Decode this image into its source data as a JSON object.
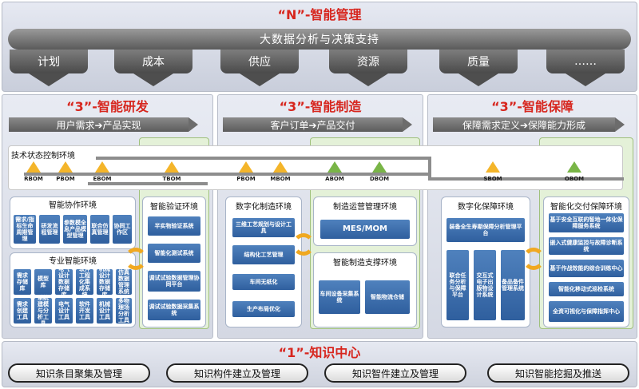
{
  "top": {
    "title": "“N”-智能管理",
    "bar": "大数据分析与决策支持",
    "pillars": [
      "计划",
      "成本",
      "供应",
      "资源",
      "质量",
      "……"
    ]
  },
  "sections": [
    {
      "title": "“3”-智能研发",
      "flow": "用户需求➔产品实现"
    },
    {
      "title": "“3”-智能制造",
      "flow": "客户订单➔产品交付"
    },
    {
      "title": "“3”-智能保障",
      "flow": "保障需求定义➔保障能力形成"
    }
  ],
  "tech": {
    "label": "技术状态控制环境",
    "boms": [
      "RBOM",
      "PBOM",
      "EBOM",
      "TBOM",
      "PBOM",
      "MBOM",
      "ABOM",
      "DBOM",
      "SBOM",
      "OBOM"
    ]
  },
  "rd": {
    "collab_title": "智能协作环境",
    "collab_cells": [
      "需求/指标生命周期管理",
      "研发流程管理",
      "参数模全息产品模型管理",
      "联合仿真管理",
      "协同工作区"
    ],
    "pro_title": "专业智能环境",
    "pro_cells": [
      "需求存储库",
      "模型库",
      "电气设计数据存储库",
      "软件工程化集成系统",
      "机械设计数据存储库",
      "仿真数据管理系统",
      "需求创建工具",
      "系统建模与分析工具",
      "电气设计工具",
      "软件开发工具",
      "机械设计工具",
      "多物理场分析工具"
    ],
    "verify_title": "智能验证环境",
    "verify_cells": [
      "半实物验证系统",
      "智能化测试系统",
      "调试试验数据管理协同平台",
      "调试试验数据采集系统"
    ]
  },
  "mfg": {
    "digital_title": "数字化制造环境",
    "digital_cells": [
      "三维工艺规划与设计工具",
      "结构化工艺管理",
      "车间无纸化",
      "生产布局优化"
    ],
    "ops_title": "制造运营管理环境",
    "ops_cell": "MES/MOM",
    "support_title": "智能制造支撑环境",
    "support_cells": [
      "车间设备采集系统",
      "智能物流仓储"
    ]
  },
  "sup": {
    "digital_title": "数字化保障环境",
    "top_cell": "装备全生寿期保障分析管理平台",
    "cells": [
      "联合任务分析与保障平台",
      "交互式电子出版物设计系统",
      "备品备件管理系统"
    ],
    "smart_title": "智能化交付保障环境",
    "smart_cells": [
      "基于安全互联的智地一体化保障服务系统",
      "嵌入式健康监控与故障诊断系统",
      "基于作战效能的综合训练中心",
      "智能化移动式巡检系统",
      "全资可视化与保障指挥中心"
    ]
  },
  "bottom": {
    "title": "“1”-知识中心",
    "pills": [
      "知识条目聚集及管理",
      "知识构件建立及管理",
      "知识智件建立及管理",
      "知识智能挖掘及推送"
    ]
  },
  "colors": {
    "accent_red": "#d7261e",
    "bom_yellow": "#f4b52a",
    "bom_green": "#79b547",
    "cell_blue": "#3a6cad",
    "ring_orange": "#f0a820"
  }
}
